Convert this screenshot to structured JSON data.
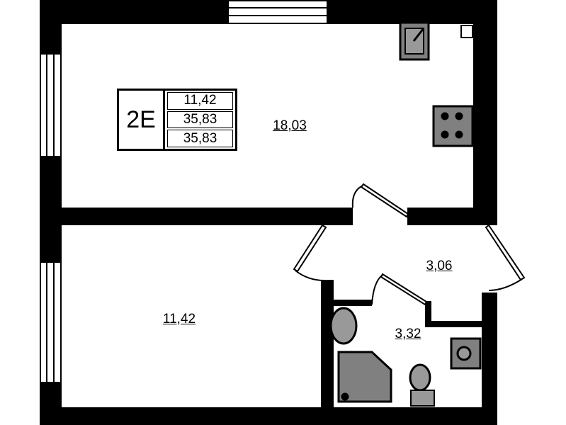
{
  "plan": {
    "apartment_code": "2E",
    "summary_values": [
      "11,42",
      "35,83",
      "35,83"
    ],
    "rooms": [
      {
        "name": "kitchen-living",
        "area": "18,03"
      },
      {
        "name": "bedroom",
        "area": "11,42"
      },
      {
        "name": "hallway",
        "area": "3,06"
      },
      {
        "name": "bathroom",
        "area": "3,32"
      }
    ]
  },
  "colors": {
    "wall": "#000000",
    "fixture": "#808080"
  }
}
